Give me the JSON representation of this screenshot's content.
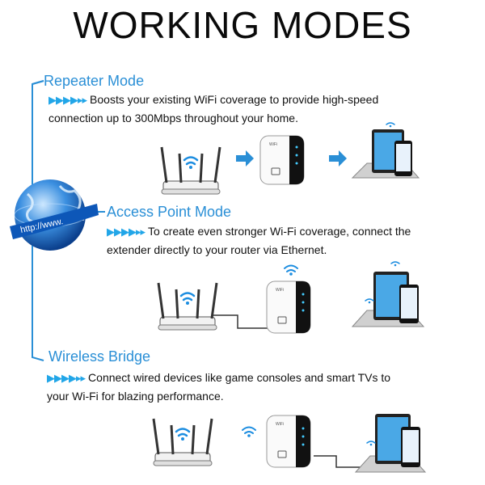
{
  "title": "WORKING MODES",
  "globe_banner": "http://www.",
  "modes": [
    {
      "name": "Repeater Mode",
      "arrow_glyphs": "▶▶▶▶▸▸",
      "description_line1": "Boosts your existing WiFi coverage to provide high-speed",
      "description_line2": "connection up to 300Mbps throughout your home."
    },
    {
      "name": "Access Point Mode",
      "arrow_glyphs": "▶▶▶▶▸▸",
      "description_line1": "To create even stronger Wi-Fi coverage, connect the",
      "description_line2": "extender directly to your router via Ethernet."
    },
    {
      "name": "Wireless Bridge",
      "arrow_glyphs": "▶▶▶▶▸▸",
      "description_line1": "Connect wired devices like game consoles and smart TVs to",
      "description_line2": "your Wi-Fi for blazing performance."
    }
  ],
  "colors": {
    "accent": "#2a8fd6",
    "arrow": "#22a6e8",
    "tree_line": "#2a8fd6"
  },
  "icons": [
    "router-icon",
    "extender-icon",
    "laptop-icon",
    "tablet-icon",
    "phone-icon",
    "wifi-icon",
    "globe-icon",
    "right-arrow-icon"
  ]
}
